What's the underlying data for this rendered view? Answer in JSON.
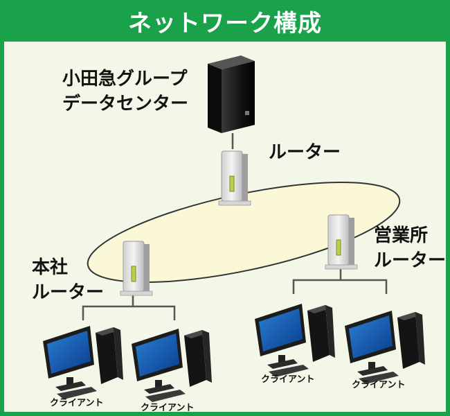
{
  "title": "ネットワーク構成",
  "colors": {
    "header_green": "#1aa24a",
    "background": "#f3f7e8",
    "ring_fill": "#fbf8d8",
    "line": "#555555"
  },
  "nodes": {
    "datacenter": {
      "label_line1": "小田急グループ",
      "label_line2": "データセンター",
      "icon": "server-tower-icon"
    },
    "main_router": {
      "label": "ルーター",
      "icon": "router-icon"
    },
    "honsha_router": {
      "label_line1": "本社",
      "label_line2": "ルーター",
      "icon": "router-icon"
    },
    "eigyosho_router": {
      "label_line1": "営業所",
      "label_line2": "ルーター",
      "icon": "router-icon"
    }
  },
  "clients": [
    {
      "label": "クライアント",
      "icon": "desktop-pc-icon"
    },
    {
      "label": "クライアント",
      "icon": "desktop-pc-icon"
    },
    {
      "label": "クライアント",
      "icon": "desktop-pc-icon"
    },
    {
      "label": "クライアント",
      "icon": "desktop-pc-icon"
    }
  ]
}
